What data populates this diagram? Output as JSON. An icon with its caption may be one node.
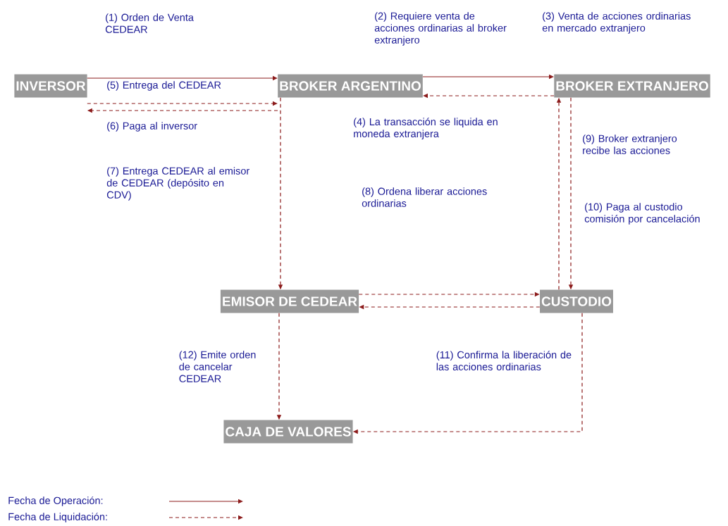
{
  "diagram": {
    "nodes": [
      {
        "text": [
          "INVERSOR"
        ]
      },
      {
        "text": [
          "BROKER ARGENTINO"
        ]
      },
      {
        "text": [
          "BROKER EXTRANJERO"
        ]
      },
      {
        "text": [
          "EMISOR DE CEDEAR"
        ]
      },
      {
        "text": [
          "CUSTODIO"
        ]
      },
      {
        "text": [
          "CAJA DE VALORES"
        ]
      }
    ],
    "edges": [
      {
        "from": 0,
        "to": 1,
        "arrow": "to",
        "label": "(1) Orden de Venta CEDEAR"
      },
      {
        "from": 0,
        "to": 1,
        "arrow": "to",
        "style": "dashed",
        "label": "(5) Entrega del CEDEAR"
      },
      {
        "from": 1,
        "to": 0,
        "arrow": "to",
        "style": "dashed",
        "label": "(6) Paga al inversor"
      },
      {
        "from": 1,
        "to": 2,
        "arrow": "to",
        "label": "(2) Requiere venta de acciones ordinarias al broker extranjero"
      },
      {
        "from": 2,
        "to": 1,
        "arrow": "to",
        "style": "dashed",
        "label": "(4) La transacción se liquida en moneda extranjera"
      },
      {
        "from": 1,
        "to": 3,
        "arrow": "to",
        "style": "dashed",
        "label": "(7) Entrega CEDEAR al emisor de CEDEAR (depósito en CDV)"
      },
      {
        "from": 4,
        "to": 2,
        "arrow": "to",
        "style": "dashed",
        "label": "(9) Broker extranjero recibe las acciones"
      },
      {
        "from": 2,
        "to": 4,
        "arrow": "to",
        "style": "dashed",
        "label": "(10) Paga al custodio comisión por cancelación"
      },
      {
        "from": 3,
        "to": 4,
        "arrow": "to",
        "style": "dashed"
      },
      {
        "from": 4,
        "to": 3,
        "arrow": "to",
        "style": "dashed"
      },
      {
        "from": 4,
        "to": 5,
        "arrow": "to",
        "style": "dashed",
        "label": "(11) Confirma la liberación de las acciones ordinarias"
      },
      {
        "from": 3,
        "to": 5,
        "arrow": "to",
        "style": "dashed",
        "label": "(12) Emite orden de cancelar CEDEAR"
      }
    ],
    "labels": [
      "(3) Venta de acciones ordinarias en mercado extranjero",
      "(8) Ordena liberar acciones ordinarias"
    ],
    "legend": [
      {
        "text": "Fecha de Operación:"
      },
      {
        "text": "Fecha de Liquidación:"
      }
    ]
  }
}
